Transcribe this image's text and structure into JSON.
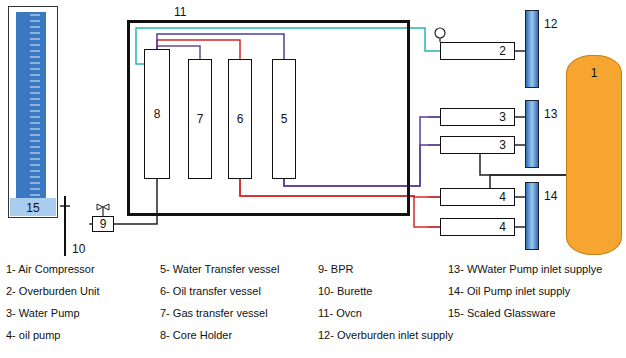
{
  "diagram": {
    "nodes": [
      {
        "text": [
          "11"
        ]
      },
      {
        "text": [
          "8"
        ],
        "in": 0
      },
      {
        "text": [
          "7"
        ],
        "in": 0
      },
      {
        "text": [
          "6"
        ],
        "in": 0
      },
      {
        "text": [
          "5"
        ],
        "in": 0
      },
      {
        "text": [
          "2"
        ]
      },
      {
        "text": [
          "12"
        ]
      },
      {
        "text": [
          "3"
        ]
      },
      {
        "text": [
          "3"
        ]
      },
      {
        "text": [
          "13"
        ]
      },
      {
        "text": [
          "1"
        ]
      },
      {
        "text": [
          "4"
        ]
      },
      {
        "text": [
          "4"
        ]
      },
      {
        "text": [
          "14"
        ]
      },
      {
        "text": [
          "15"
        ]
      },
      {
        "text": [
          "9"
        ]
      },
      {
        "text": [
          "10"
        ]
      }
    ],
    "edges": [
      {
        "from": 15,
        "to": 16,
        "arrow": "none"
      },
      {
        "from": 15,
        "to": 1,
        "arrow": "none"
      },
      {
        "from": 2,
        "to": 1,
        "arrow": "none"
      },
      {
        "from": 3,
        "to": 1,
        "arrow": "none"
      },
      {
        "from": 4,
        "to": 1,
        "arrow": "none"
      },
      {
        "from": 1,
        "to": 5,
        "arrow": "none"
      },
      {
        "from": 5,
        "to": 6,
        "arrow": "none"
      },
      {
        "from": 7,
        "to": 4,
        "arrow": "none"
      },
      {
        "from": 8,
        "to": 4,
        "arrow": "none"
      },
      {
        "from": 11,
        "to": 3,
        "arrow": "none"
      },
      {
        "from": 12,
        "to": 3,
        "arrow": "none"
      },
      {
        "from": 7,
        "to": 9,
        "arrow": "none"
      },
      {
        "from": 8,
        "to": 9,
        "arrow": "none"
      },
      {
        "from": 11,
        "to": 13,
        "arrow": "none"
      },
      {
        "from": 12,
        "to": 13,
        "arrow": "none"
      },
      {
        "from": 10,
        "to": 8,
        "arrow": "none"
      },
      {
        "from": 10,
        "to": 11,
        "arrow": "none"
      }
    ],
    "labels": [
      "1- Air Compressor",
      "5- Water Transfer vessel",
      "9- BPR",
      "13- WWater Pump inlet supplye",
      "2- Overburden Unit",
      "6- Oil transfer vessel",
      "10- Burette",
      "14- Oil Pump inlet supply",
      "3- Water Pump",
      "7- Gas transfer vessel",
      "11- Ovcn",
      "15- Scaled Glassware",
      "4- oil pump",
      "8- Core Holder",
      "12- Overburden inlet supply"
    ]
  }
}
